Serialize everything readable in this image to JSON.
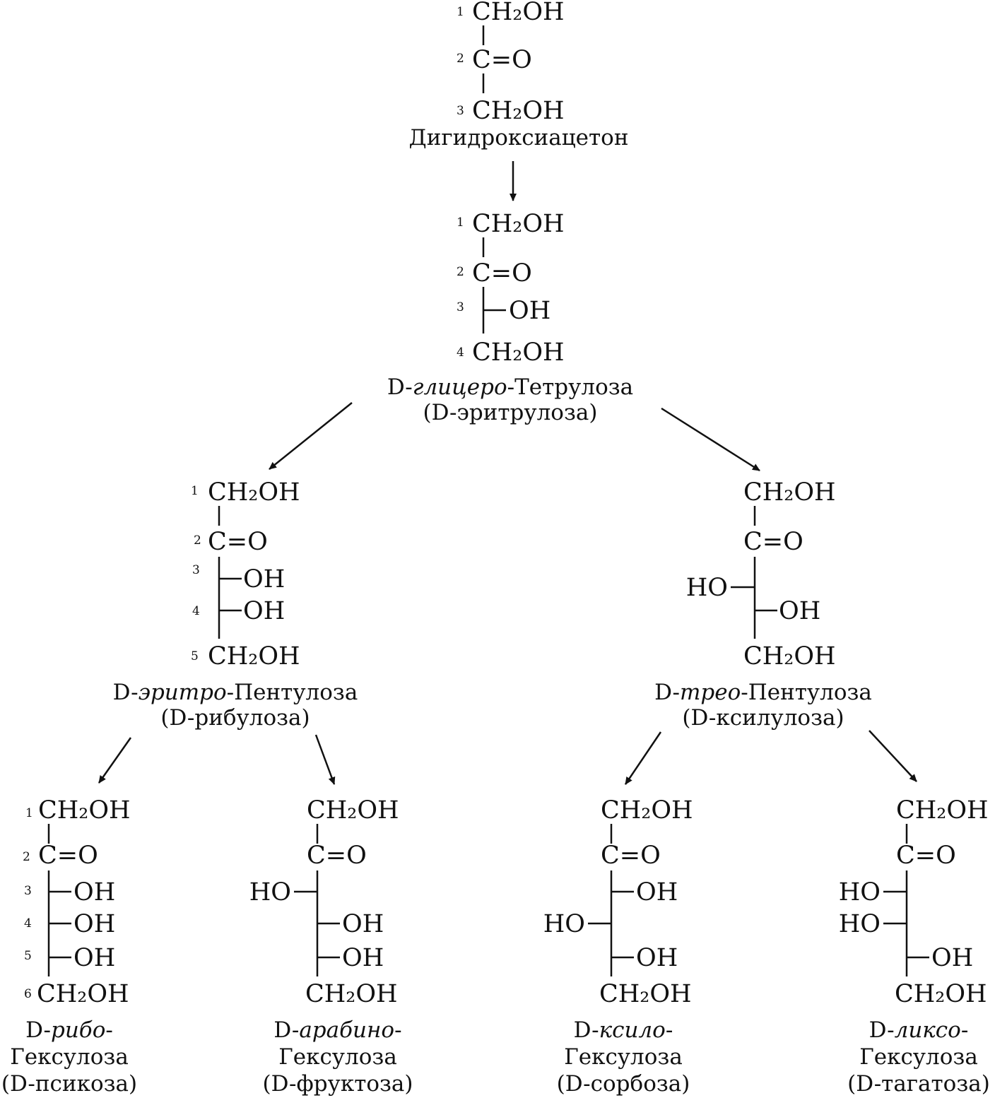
{
  "structures": {
    "dha": {
      "top": "CH₂OH",
      "carbonyl": "C=O",
      "bottom": "CH₂OH",
      "numbers": [
        "1",
        "2",
        "3"
      ],
      "name": "Дигидроксиацетон"
    },
    "tetrulose": {
      "top": "CH₂OH",
      "carbonyl": "C=O",
      "oh3": "OH",
      "bottom": "CH₂OH",
      "numbers": [
        "1",
        "2",
        "3",
        "4"
      ],
      "name_prefix": "D-",
      "name_italic": "глицеро",
      "name_suffix": "-Тетрулоза",
      "trivial": "(D-эритрулоза)"
    },
    "ribulose": {
      "top": "CH₂OH",
      "carbonyl": "C=O",
      "oh3": "OH",
      "oh4": "OH",
      "bottom": "CH₂OH",
      "numbers": [
        "1",
        "2",
        "3",
        "4",
        "5"
      ],
      "name_prefix": "D-",
      "name_italic": "эритро",
      "name_suffix": "-Пентулоза",
      "trivial": "(D-рибулоза)"
    },
    "xylulose": {
      "top": "CH₂OH",
      "carbonyl": "C=O",
      "ho3": "HO",
      "oh4": "OH",
      "bottom": "CH₂OH",
      "name_prefix": "D-",
      "name_italic": "трео",
      "name_suffix": "-Пентулоза",
      "trivial": "(D-ксилулоза)"
    },
    "psicose": {
      "top": "CH₂OH",
      "carbonyl": "C=O",
      "oh3": "OH",
      "oh4": "OH",
      "oh5": "OH",
      "bottom": "CH₂OH",
      "numbers": [
        "1",
        "2",
        "3",
        "4",
        "5",
        "6"
      ],
      "name_prefix": "D-",
      "name_italic": "рибо",
      "name_dash": "-",
      "name_line2": "Гексулоза",
      "trivial": "(D-псикоза)"
    },
    "fructose": {
      "top": "CH₂OH",
      "carbonyl": "C=O",
      "ho3": "HO",
      "oh4": "OH",
      "oh5": "OH",
      "bottom": "CH₂OH",
      "name_prefix": "D-",
      "name_italic": "арабино",
      "name_dash": "-",
      "name_line2": "Гексулоза",
      "trivial": "(D-фруктоза)"
    },
    "sorbose": {
      "top": "CH₂OH",
      "carbonyl": "C=O",
      "oh3": "OH",
      "ho4": "HO",
      "oh5": "OH",
      "bottom": "CH₂OH",
      "name_prefix": "D-",
      "name_italic": "ксило",
      "name_dash": "-",
      "name_line2": "Гексулоза",
      "trivial": "(D-сорбоза)"
    },
    "tagatose": {
      "top": "CH₂OH",
      "carbonyl": "C=O",
      "ho3": "HO",
      "ho4": "HO",
      "oh5": "OH",
      "bottom": "CH₂OH",
      "name_prefix": "D-",
      "name_italic": "ликсо",
      "name_dash": "-",
      "name_line2": "Гексулоза",
      "trivial": "(D-тагатоза)"
    }
  }
}
